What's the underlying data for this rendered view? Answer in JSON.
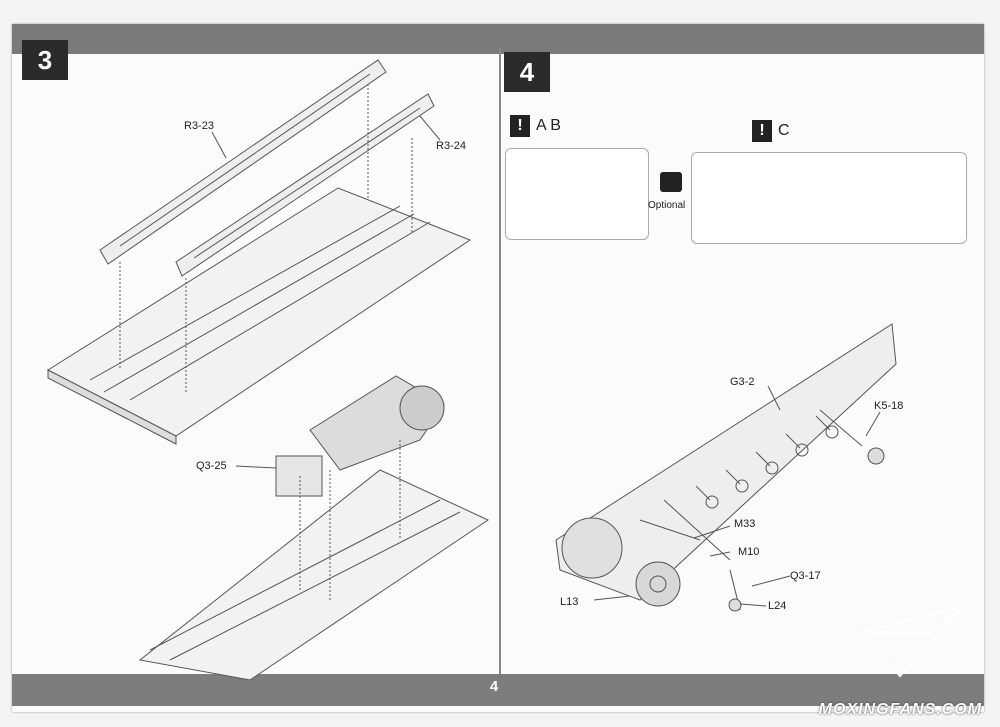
{
  "page": {
    "number": "4"
  },
  "step3": {
    "number": "3",
    "parts": {
      "r3_23": "R3-23",
      "r3_24": "R3-24",
      "q3_25": "Q3-25"
    }
  },
  "step4": {
    "number": "4",
    "versions": {
      "ab": "A B",
      "c": "C",
      "optional": "Optional"
    },
    "parts": {
      "g3_2": "G3-2",
      "k5_18": "K5-18",
      "m33": "M33",
      "m10": "M10",
      "q3_17": "Q3-17",
      "l13": "L13",
      "l24": "L24"
    }
  },
  "watermark": "MOXINGFANS.COM"
}
